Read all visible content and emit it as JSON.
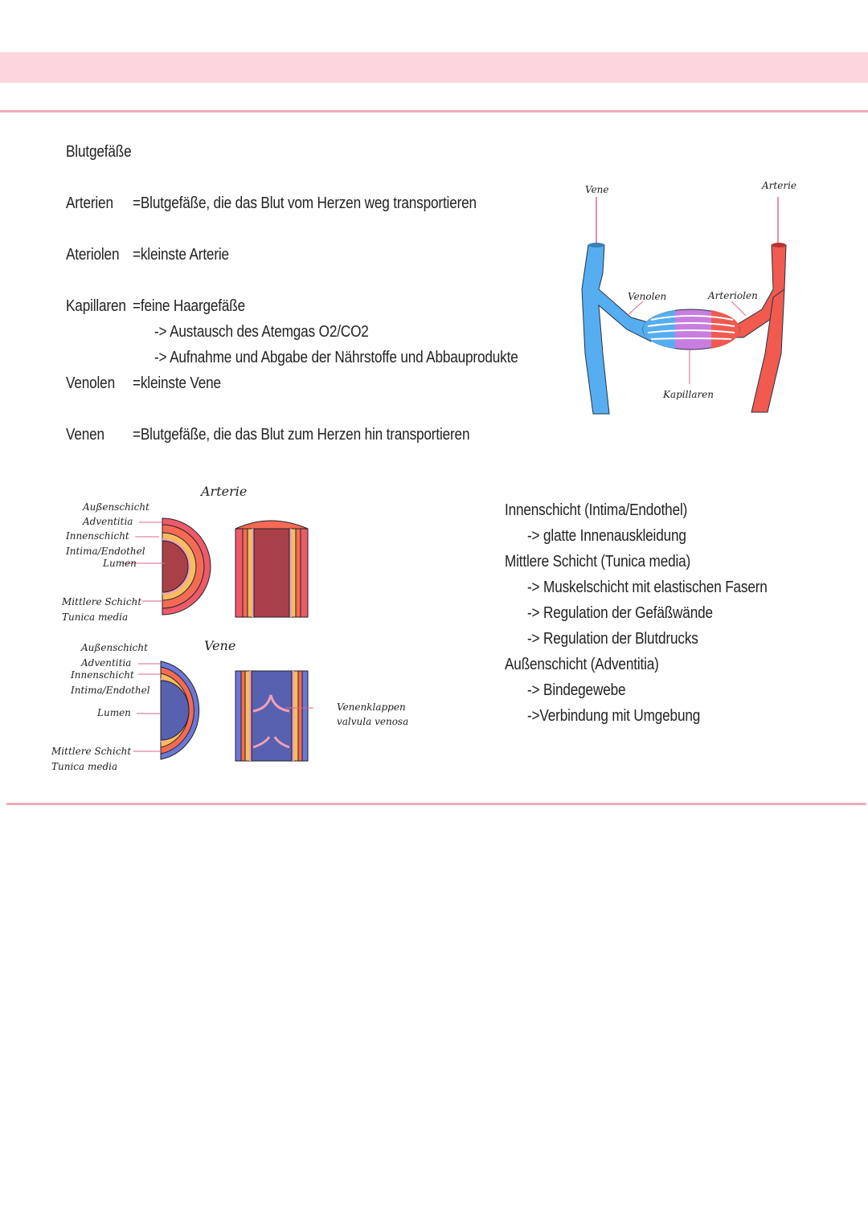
{
  "colors": {
    "band": "#fdd5dd",
    "rule": "#f3aab8",
    "artery": "#f05a4f",
    "vein": "#56aef0",
    "capillary": "#c77ee0"
  },
  "title": "Blutgefäße",
  "definitions": [
    {
      "term": "Arterien",
      "definition": "=Blutgefäße, die das Blut vom Herzen weg transportieren"
    },
    {
      "term": "Ateriolen",
      "definition": "=kleinste Arterie"
    },
    {
      "term": "Kapillaren",
      "definition": "=feine Haargefäße"
    },
    {
      "term": "Venolen",
      "definition": "=kleinste Vene"
    },
    {
      "term": "Venen",
      "definition": "=Blutgefäße, die das Blut zum Herzen hin transportieren"
    }
  ],
  "kapillaren_notes": [
    "-> Austausch des Atemgas O2/CO2",
    "-> Aufnahme und Abgabe der Nährstoffe und Abbauprodukte"
  ],
  "capillary_diagram": {
    "vene": "Vene",
    "arterie": "Arterie",
    "venolen": "Venolen",
    "arteriolen": "Arteriolen",
    "kapillaren": "Kapillaren"
  },
  "layer_diagram": {
    "arterie_title": "Arterie",
    "vene_title": "Vene",
    "aussen": "Außenschicht",
    "adventitia": "Adventitia",
    "innen": "Innenschicht",
    "intima": "Intima/Endothel",
    "lumen": "Lumen",
    "mittlere": "Mittlere Schicht",
    "tunica": "Tunica media",
    "klappen": "Venenklappen",
    "valvula": "valvula venosa"
  },
  "layers_list": [
    {
      "text": "Innenschicht (Intima/Endothel)",
      "indent": false
    },
    {
      "text": "-> glatte Innenauskleidung",
      "indent": true
    },
    {
      "text": "Mittlere Schicht (Tunica media)",
      "indent": false
    },
    {
      "text": "-> Muskelschicht mit elastischen Fasern",
      "indent": true
    },
    {
      "text": "-> Regulation der Gefäßwände",
      "indent": true
    },
    {
      "text": "-> Regulation der Blutdrucks",
      "indent": true
    },
    {
      "text": "Außenschicht (Adventitia)",
      "indent": false
    },
    {
      "text": "-> Bindegewebe",
      "indent": true
    },
    {
      "text": "->Verbindung mit Umgebung",
      "indent": true
    }
  ]
}
